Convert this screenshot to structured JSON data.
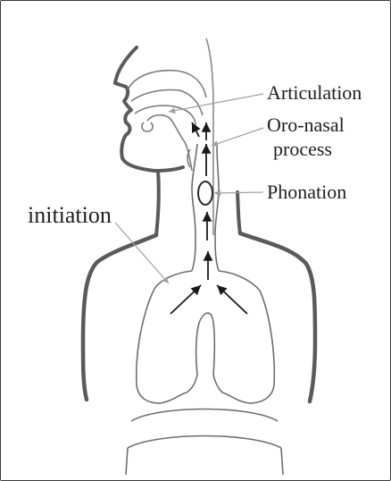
{
  "labels": {
    "articulation": "Articulation",
    "oro_nasal_line1": "Oro-nasal",
    "oro_nasal_line2": "process",
    "phonation": "Phonation",
    "initiation": "initiation"
  },
  "colors": {
    "outline": "#6e6e6e",
    "body_outline": "#5a5a5a",
    "pointer": "#a0a0a0",
    "airflow_arrow": "#1a1a1a",
    "text": "#1e1e1e",
    "frame": "#3a3a3a"
  }
}
